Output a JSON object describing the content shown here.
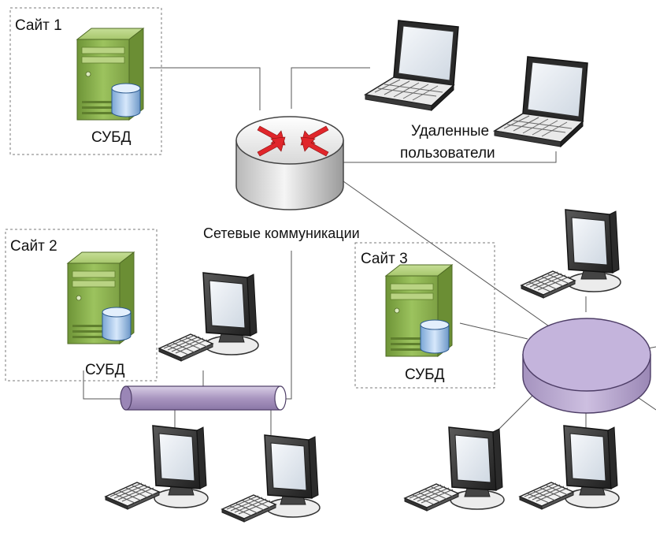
{
  "sites": [
    {
      "label": "Сайт 1",
      "db_label": "СУБД"
    },
    {
      "label": "Сайт 2",
      "db_label": "СУБД"
    },
    {
      "label": "Сайт 3",
      "db_label": "СУБД"
    }
  ],
  "router": {
    "label": "Сетевые коммуникации"
  },
  "remote_users": {
    "line1": "Удаленные",
    "line2": "пользователи"
  },
  "colors": {
    "server_green": "#8fb352",
    "pipe_purple": "#b3a3c8",
    "ring_purple": "#b8a6cf",
    "router_arrow": "#e0262b",
    "border_dash": "#7a7a7a"
  },
  "icons": [
    "server-icon",
    "database-icon",
    "router-icon",
    "laptop-icon",
    "monitor-icon",
    "keyboard-icon"
  ]
}
